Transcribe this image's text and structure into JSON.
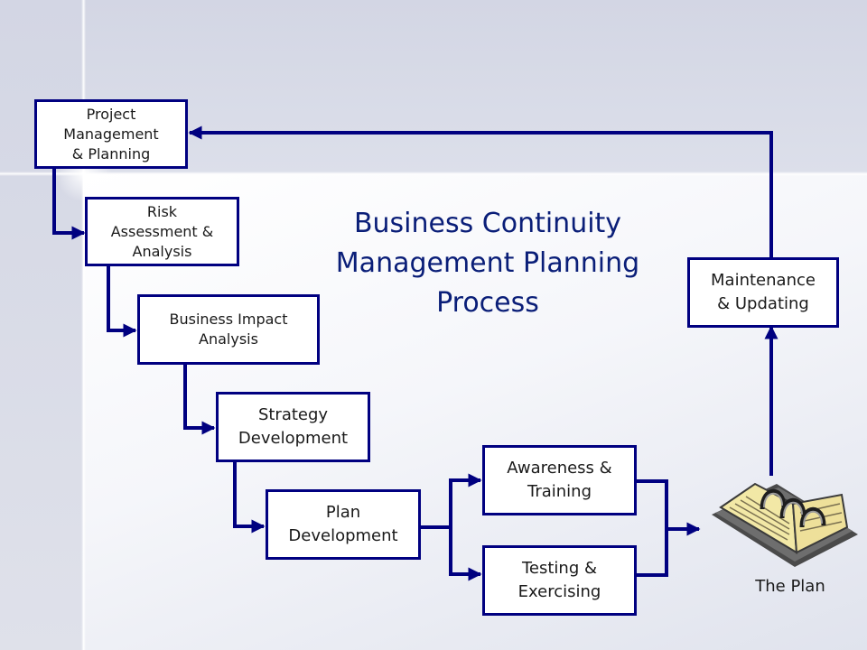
{
  "diagram": {
    "title": "Business Continuity\nManagement Planning\nProcess",
    "steps": {
      "project_management": "Project\nManagement\n& Planning",
      "risk_assessment": "Risk\nAssessment &\nAnalysis",
      "business_impact": "Business Impact\nAnalysis",
      "strategy_development": "Strategy\nDevelopment",
      "plan_development": "Plan\nDevelopment",
      "awareness_training": "Awareness &\nTraining",
      "testing_exercising": "Testing &\nExercising",
      "maintenance_updating": "Maintenance\n& Updating"
    },
    "plan_label": "The Plan",
    "colors": {
      "line": "#000080",
      "title": "#0a1e78",
      "book_pages": "#f2e8a6",
      "book_cover": "#4a4a4a"
    }
  }
}
